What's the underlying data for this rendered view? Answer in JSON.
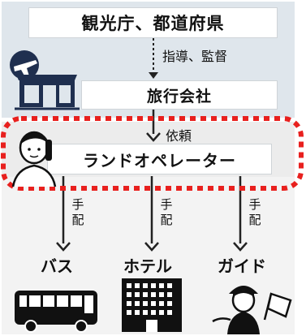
{
  "government": "観光庁、都道府県",
  "supervision": "指導、監督",
  "agency": "旅行会社",
  "request": "依頼",
  "land_operator": "ランドオペレーター",
  "arrange": "手配",
  "destinations": {
    "bus": "バス",
    "hotel": "ホテル",
    "guide": "ガイド"
  },
  "icons": [
    "airplane-icon",
    "travel-agency-building-icon",
    "person-on-phone-icon",
    "bus-icon",
    "hotel-building-icon",
    "tour-guide-icon"
  ],
  "colors": {
    "top_band": "#dfe6ec",
    "highlight_border": "#e8201e",
    "icon_navy": "#1f2f4f"
  }
}
